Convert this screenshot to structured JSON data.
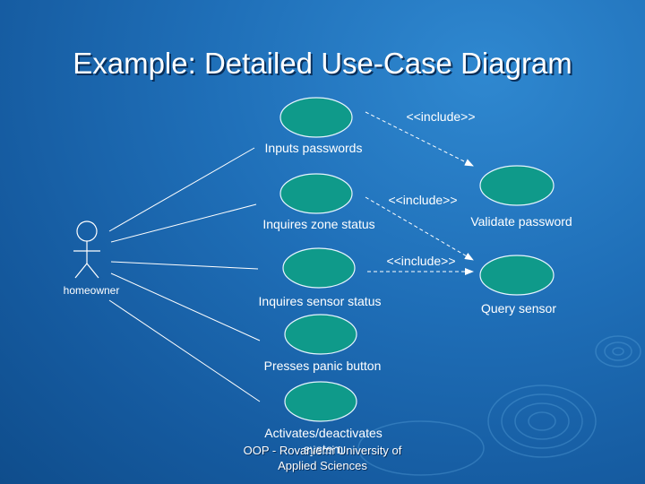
{
  "slide": {
    "title": "Example: Detailed Use-Case Diagram",
    "footer_line1": "OOP - Rovaniemi University of",
    "footer_line2": "Applied Sciences"
  },
  "diagram": {
    "actor": {
      "label": "homeowner"
    },
    "use_cases": [
      {
        "id": "uc1",
        "label": "Inputs passwords"
      },
      {
        "id": "uc2",
        "label": "Inquires zone status"
      },
      {
        "id": "uc3",
        "label": "Inquires sensor status"
      },
      {
        "id": "uc4",
        "label": "Presses panic button"
      },
      {
        "id": "uc5",
        "label_line1": "Activates/deactivates",
        "label_line2": "system"
      },
      {
        "id": "uc6",
        "label": "Validate password"
      },
      {
        "id": "uc7",
        "label": "Query sensor"
      }
    ],
    "include_labels": [
      "<<include>>",
      "<<include>>",
      "<<include>>"
    ]
  },
  "colors": {
    "ellipse_fill": "#0f9a8a",
    "ellipse_stroke": "#ffffff",
    "line": "#ffffff",
    "text": "#ffffff"
  }
}
